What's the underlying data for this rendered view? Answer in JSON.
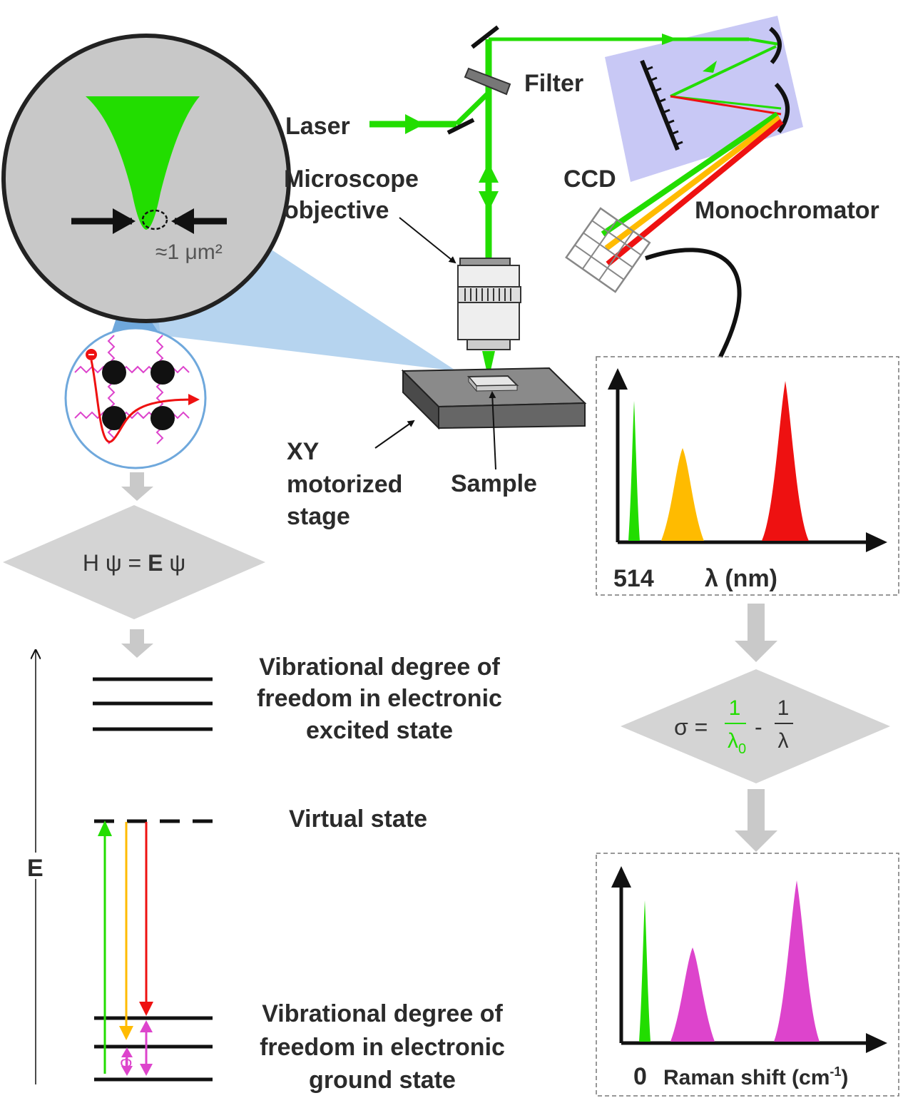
{
  "labels": {
    "laser": "Laser",
    "filter": "Filter",
    "microscope_line1": "Microscope",
    "microscope_line2": "objective",
    "ccd": "CCD",
    "monochromator": "Monochromator",
    "spot_size": "≈1 μm²",
    "xy_line1": "XY",
    "xy_line2": "motorized",
    "xy_line3": "stage",
    "sample": "Sample",
    "schrodinger_H": "H ψ = ",
    "schrodinger_E": "E",
    "schrodinger_psi": " ψ",
    "excited_line1": "Vibrational degree of",
    "excited_line2": "freedom in electronic",
    "excited_line3": "excited state",
    "virtual_state": "Virtual state",
    "energy_axis": "E",
    "ground_line1": "Vibrational degree of",
    "ground_line2": "freedom in electronic",
    "ground_line3": "ground state",
    "phi": "Φ",
    "sigma_lhs": "σ = ",
    "sigma_num1": "1",
    "sigma_den1": "λ",
    "sigma_den1_sub": "0",
    "sigma_minus": " - ",
    "sigma_num2": "1",
    "sigma_den2": "λ"
  },
  "spectrum_top": {
    "x_tick_label": "514",
    "x_axis_label": "λ (nm)"
  },
  "spectrum_bottom": {
    "x_tick_label": "0",
    "x_axis_label": "Raman shift (cm",
    "x_axis_label_sup": "-1",
    "x_axis_label_end": ")"
  },
  "colors": {
    "laser_green": "#22dd00",
    "yellow": "#ffbb00",
    "red": "#ee1111",
    "magenta": "#dd44cc",
    "gray_flow": "#c9c9c9",
    "mono_box": "#c8c8f5",
    "light_blue": "#a9cdec"
  }
}
